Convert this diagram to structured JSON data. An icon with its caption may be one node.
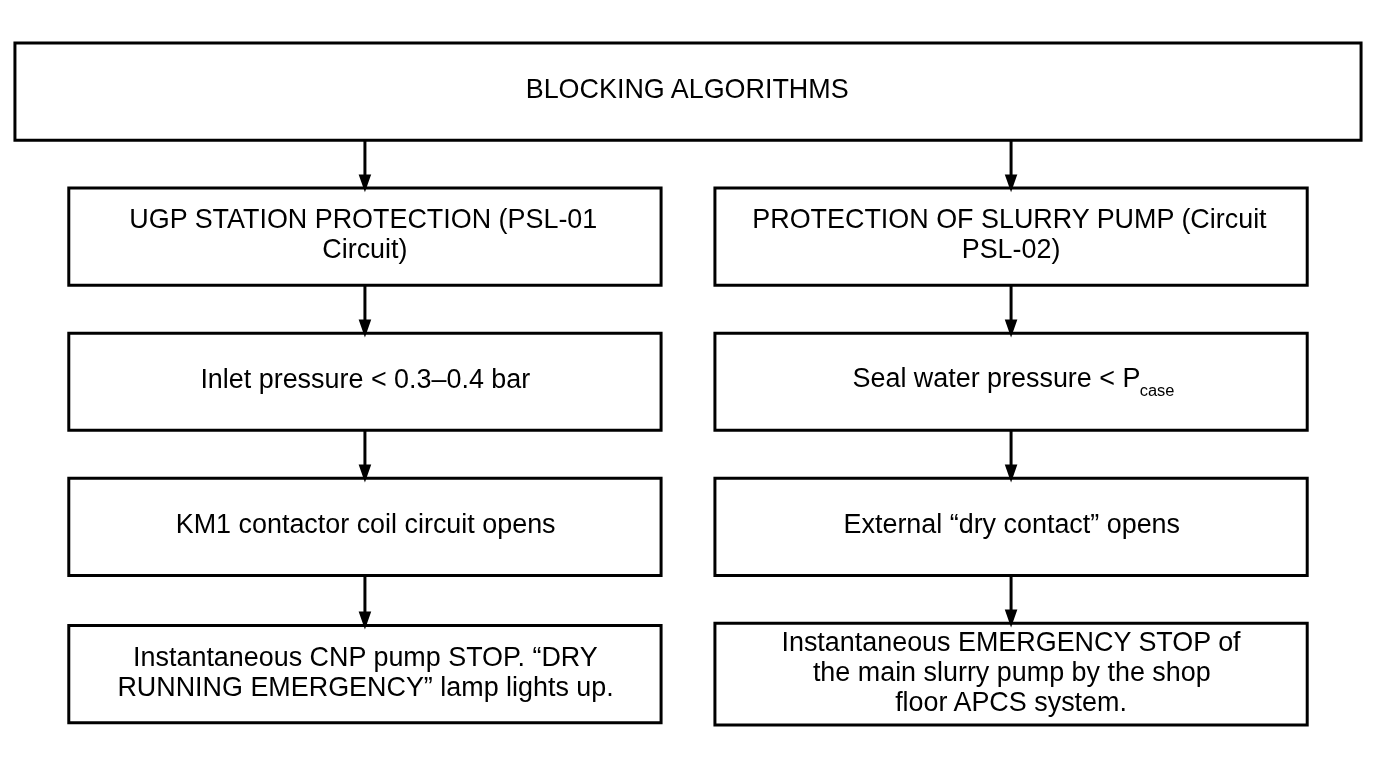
{
  "diagram": {
    "nodes": [
      {
        "text": [
          "BLOCKING ALGORITHMS"
        ]
      },
      {
        "text": [
          "UGP STATION PROTECTION (PSL-01 Circuit)"
        ]
      },
      {
        "text": [
          "PROTECTION OF SLURRY PUMP (Circuit PSL-02)"
        ]
      },
      {
        "text": [
          "Inlet pressure < 0.3–0.4 bar"
        ]
      },
      {
        "text": [
          "Seal water pressure < P$_{case}$"
        ]
      },
      {
        "text": [
          "KM1 contactor coil circuit opens"
        ]
      },
      {
        "text": [
          "External “dry contact” opens"
        ]
      },
      {
        "text": [
          "Instantaneous CNP pump STOP. “DRY RUNNING EMERGENCY” lamp lights up."
        ]
      },
      {
        "text": [
          "Instantaneous EMERGENCY STOP of the main slurry pump by the shop floor APCS system."
        ]
      }
    ],
    "edges": [
      {
        "from": 0,
        "to": 1,
        "arrow": "to"
      },
      {
        "from": 0,
        "to": 2,
        "arrow": "to"
      },
      {
        "from": 1,
        "to": 3,
        "arrow": "to"
      },
      {
        "from": 3,
        "to": 5,
        "arrow": "to"
      },
      {
        "from": 5,
        "to": 7,
        "arrow": "to"
      },
      {
        "from": 2,
        "to": 4,
        "arrow": "to"
      },
      {
        "from": 4,
        "to": 6,
        "arrow": "to"
      },
      {
        "from": 6,
        "to": 8,
        "arrow": "to"
      }
    ]
  }
}
